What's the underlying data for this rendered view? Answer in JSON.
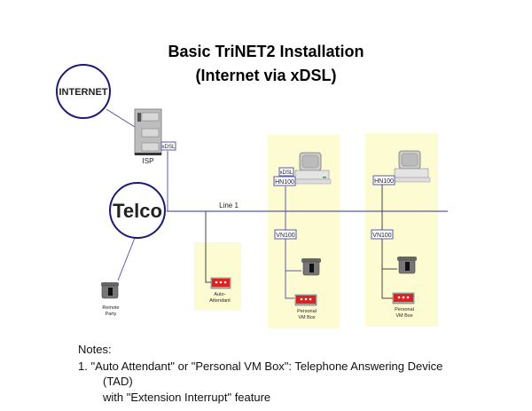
{
  "title": {
    "line1": "Basic TriNET2 Installation",
    "line2": "(Internet via xDSL)"
  },
  "nodes": {
    "internet": "INTERNET",
    "isp": "ISP",
    "isp_port": "xDSL",
    "telco": "Telco",
    "line": "Line 1",
    "remote_party": [
      "Remote",
      "Party"
    ],
    "auto_attendant": [
      "Auto-",
      "Attendant"
    ],
    "house1": {
      "xdsl": "xDSL",
      "hn": "HN100",
      "vn": "VN100",
      "vm_box": [
        "Personal",
        "VM Box"
      ]
    },
    "house2": {
      "hn": "HN100",
      "vn": "VN100",
      "vm_box": [
        "Personal",
        "VM Box"
      ]
    }
  },
  "notes": {
    "heading": "Notes:",
    "item1_line1": "1. \"Auto Attendant\" or \"Personal VM Box\": Telephone Answering Device",
    "item1_line2": "(TAD)",
    "item1_line3": "with \"Extension Interrupt\" feature"
  },
  "colors": {
    "circle": "#1a1a7a",
    "line": "#5a5aa8",
    "zone": "#fdfbd2",
    "tad_red": "#e02020"
  }
}
